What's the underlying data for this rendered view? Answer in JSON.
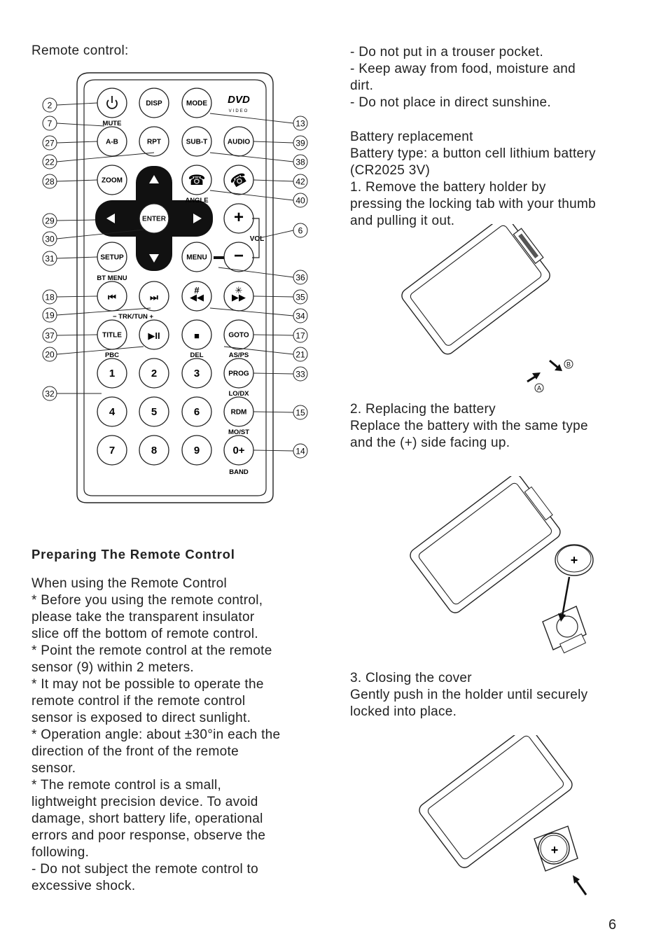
{
  "left": {
    "heading": "Remote control:",
    "section_title": "Preparing The Remote Control",
    "lines": [
      "When using the Remote Control",
      "*  Before you using the remote control,",
      "please take the transparent insulator",
      "slice off the bottom of remote control.",
      "* Point the remote control at the remote",
      "sensor (9) within 2 meters.",
      "* It may not be possible to operate the",
      "remote control if the remote control",
      "sensor is exposed to direct sunlight.",
      "* Operation angle: about ±30°in each the",
      "direction of the front of the remote",
      "sensor.",
      "* The remote control is a small,",
      "lightweight precision device. To avoid",
      "damage, short battery life, operational",
      "errors and poor response, observe the",
      "following.",
      "    -   Do not subject the remote control to",
      "  excessive shock."
    ]
  },
  "right": {
    "bullets": [
      "   -   Do not put in a trouser pocket.",
      "   -   Keep away from food, moisture and",
      " dirt.",
      "   -   Do not place in direct sunshine."
    ],
    "battery": [
      "Battery replacement",
      "Battery type: a button cell lithium battery",
      "(CR2025 3V)",
      "1.  Remove the battery holder by",
      "pressing the locking tab with your thumb",
      "and pulling it out."
    ],
    "step2": [
      "2.   Replacing the battery",
      "Replace the battery with the same type",
      "and the (+) side facing up."
    ],
    "step3": [
      "3.  Closing the cover",
      "Gently push in the holder until securely",
      " locked into place."
    ],
    "fig_labels": {
      "a": "A",
      "b": "B"
    },
    "battery_symbol": "+"
  },
  "remote": {
    "logo": {
      "top": "DVD",
      "bottom": "VIDEO"
    },
    "buttons": [
      {
        "id": "power",
        "label": "",
        "icon": "power-icon"
      },
      {
        "id": "disp",
        "label": "DISP"
      },
      {
        "id": "mode",
        "label": "MODE"
      },
      {
        "id": "ab",
        "label": "A-B"
      },
      {
        "id": "rpt",
        "label": "RPT"
      },
      {
        "id": "subt",
        "label": "SUB-T"
      },
      {
        "id": "audio",
        "label": "AUDIO"
      },
      {
        "id": "zoom",
        "label": "ZOOM"
      },
      {
        "id": "call",
        "label": "",
        "icon": "phone-hangup-icon"
      },
      {
        "id": "answer",
        "label": "",
        "icon": "phone-answer-icon"
      },
      {
        "id": "enter",
        "label": "ENTER"
      },
      {
        "id": "setup",
        "label": "SETUP"
      },
      {
        "id": "menu",
        "label": "MENU"
      },
      {
        "id": "volup",
        "label": "+"
      },
      {
        "id": "voldown",
        "label": "−"
      },
      {
        "id": "prev",
        "label": "⏮"
      },
      {
        "id": "next",
        "label": "⏭"
      },
      {
        "id": "rew",
        "label": "◀◀"
      },
      {
        "id": "ff",
        "label": "▶▶"
      },
      {
        "id": "title",
        "label": "TITLE"
      },
      {
        "id": "play",
        "label": "▶II"
      },
      {
        "id": "stop",
        "label": "■"
      },
      {
        "id": "goto",
        "label": "GOTO"
      },
      {
        "id": "n1",
        "label": "1"
      },
      {
        "id": "n2",
        "label": "2"
      },
      {
        "id": "n3",
        "label": "3"
      },
      {
        "id": "prog",
        "label": "PROG"
      },
      {
        "id": "n4",
        "label": "4"
      },
      {
        "id": "n5",
        "label": "5"
      },
      {
        "id": "n6",
        "label": "6"
      },
      {
        "id": "rdm",
        "label": "RDM"
      },
      {
        "id": "n7",
        "label": "7"
      },
      {
        "id": "n8",
        "label": "8"
      },
      {
        "id": "n9",
        "label": "9"
      },
      {
        "id": "n0",
        "label": "0+"
      }
    ],
    "sublabels": {
      "mute": "MUTE",
      "angle": "ANGLE",
      "vol": "VOL",
      "bt_menu": "BT MENU",
      "trk": "−  TRK/TUN +",
      "pbc": "PBC",
      "del": "DEL",
      "asps": "AS/PS",
      "lodx": "LO/DX",
      "most": "MO/ST",
      "band": "BAND",
      "hash": "#",
      "star": "✳"
    },
    "callouts_left": [
      "2",
      "7",
      "27",
      "22",
      "28",
      "29",
      "30",
      "31",
      "18",
      "19",
      "37",
      "20",
      "32"
    ],
    "callouts_right": [
      "13",
      "39",
      "38",
      "42",
      "40",
      "6",
      "36",
      "35",
      "34",
      "17",
      "21",
      "33",
      "15",
      "14"
    ]
  },
  "page_number": "6"
}
